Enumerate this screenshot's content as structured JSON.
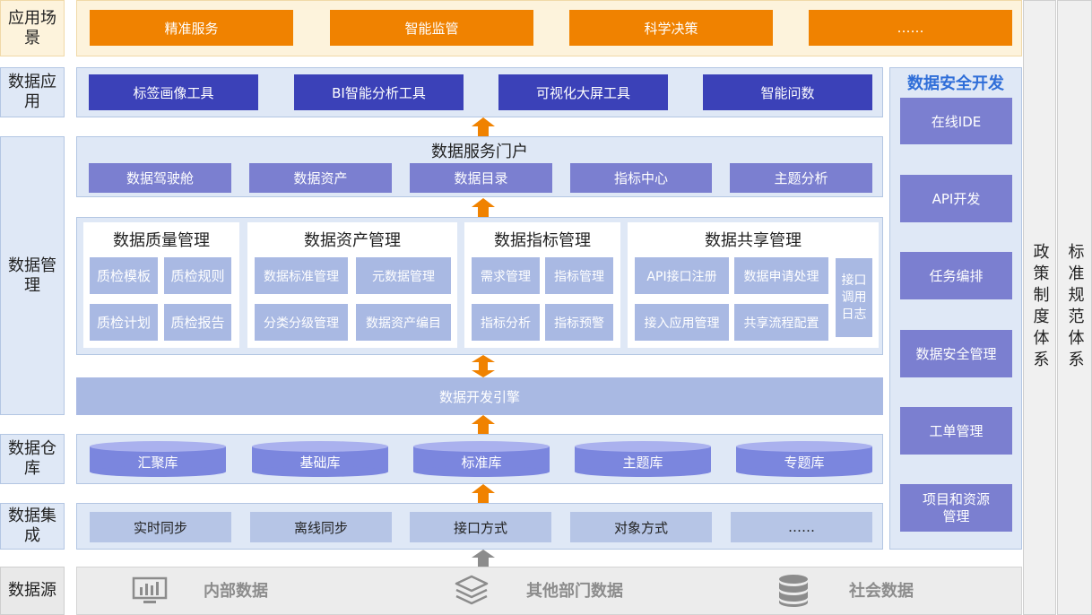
{
  "rows": {
    "scene": "应用场景",
    "app": "数据应用",
    "mgmt": "数据管理",
    "warehouse": "数据仓库",
    "integration": "数据集成",
    "source": "数据源"
  },
  "scenes": [
    "精准服务",
    "智能监管",
    "科学决策",
    "……"
  ],
  "apps": [
    "标签画像工具",
    "BI智能分析工具",
    "可视化大屏工具",
    "智能问数"
  ],
  "portal": {
    "title": "数据服务门户",
    "items": [
      "数据驾驶舱",
      "数据资产",
      "数据目录",
      "指标中心",
      "主题分析"
    ]
  },
  "quality": {
    "title": "数据质量管理",
    "items": [
      "质检模板",
      "质检规则",
      "质检计划",
      "质检报告"
    ]
  },
  "asset": {
    "title": "数据资产管理",
    "items": [
      "数据标准管理",
      "元数据管理",
      "分类分级管理",
      "数据资产编目"
    ]
  },
  "indicator": {
    "title": "数据指标管理",
    "items": [
      "需求管理",
      "指标管理",
      "指标分析",
      "指标预警"
    ]
  },
  "share": {
    "title": "数据共享管理",
    "items": [
      "API接口注册",
      "数据申请处理",
      "接入应用管理",
      "共享流程配置"
    ],
    "side": "接口调用日志"
  },
  "engine": "数据开发引擎",
  "dbs": [
    "汇聚库",
    "基础库",
    "标准库",
    "主题库",
    "专题库"
  ],
  "integrations": [
    "实时同步",
    "离线同步",
    "接口方式",
    "对象方式",
    "……"
  ],
  "sources": [
    "内部数据",
    "其他部门数据",
    "社会数据"
  ],
  "security": {
    "title": "数据安全开发",
    "items": [
      "在线IDE",
      "API开发",
      "任务编排",
      "数据安全管理",
      "工单管理",
      "项目和资源管理"
    ]
  },
  "policy": "政策制度体系",
  "standard": "标准规范体系",
  "colors": {
    "orange": "#f08200",
    "navy": "#3b41b8",
    "purple": "#7b7fd0",
    "light": "#a9b9e3",
    "panel": "#dfe8f6",
    "title_blue": "#2f6ed8"
  }
}
